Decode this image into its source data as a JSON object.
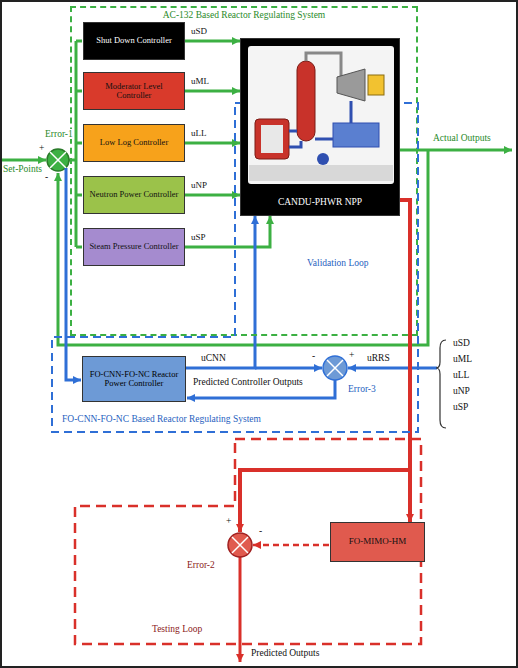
{
  "diagram": {
    "nodes": [
      {
        "text": [
          "AC-132  Based Reactor Regulating System"
        ]
      },
      {
        "text": [
          "Shut Down Controller"
        ],
        "in": 0
      },
      {
        "text": [
          "Moderator Level Controller"
        ],
        "in": 0
      },
      {
        "text": [
          "Low Log Controller"
        ],
        "in": 0
      },
      {
        "text": [
          "Neutron Power Controller"
        ],
        "in": 0
      },
      {
        "text": [
          "Steam Pressure Controller"
        ],
        "in": 0
      },
      {
        "text": [
          "CANDU-PHWR NPP"
        ],
        "in": 0
      },
      {
        "text": [
          "Validation Loop",
          "FO-CNN-FO-NC  Based Reactor Regulating System"
        ]
      },
      {
        "text": [
          "FO-CNN-FO-NC Reactor Power Controller"
        ],
        "in": 7
      },
      {
        "text": [
          "Testing Loop"
        ]
      },
      {
        "text": [
          "FO-MIMO-HM"
        ],
        "in": 9
      }
    ],
    "edges": [
      {
        "from": 1,
        "to": 6,
        "arrow": "to",
        "label": "uSD"
      },
      {
        "from": 2,
        "to": 6,
        "arrow": "to",
        "label": "uML"
      },
      {
        "from": 3,
        "to": 6,
        "arrow": "to",
        "label": "uLL"
      },
      {
        "from": 4,
        "to": 6,
        "arrow": "to",
        "label": "uNP"
      },
      {
        "from": 5,
        "to": 6,
        "arrow": "to",
        "label": "uSP"
      },
      {
        "from": 8,
        "to": 6,
        "arrow": "to"
      },
      {
        "from": 6,
        "to": 10,
        "arrow": "to"
      }
    ],
    "labels": [
      "Set-Points",
      "+",
      "-",
      "Error-1",
      "Actual Outputs",
      "uCNN",
      "Predicted Controller Outputs",
      "-",
      "+",
      "Error-3",
      "uRRS",
      "uSD",
      "uML",
      "uLL",
      "uNP",
      "uSP",
      "+",
      "-",
      "Error-2",
      "Predicted Outputs"
    ]
  }
}
